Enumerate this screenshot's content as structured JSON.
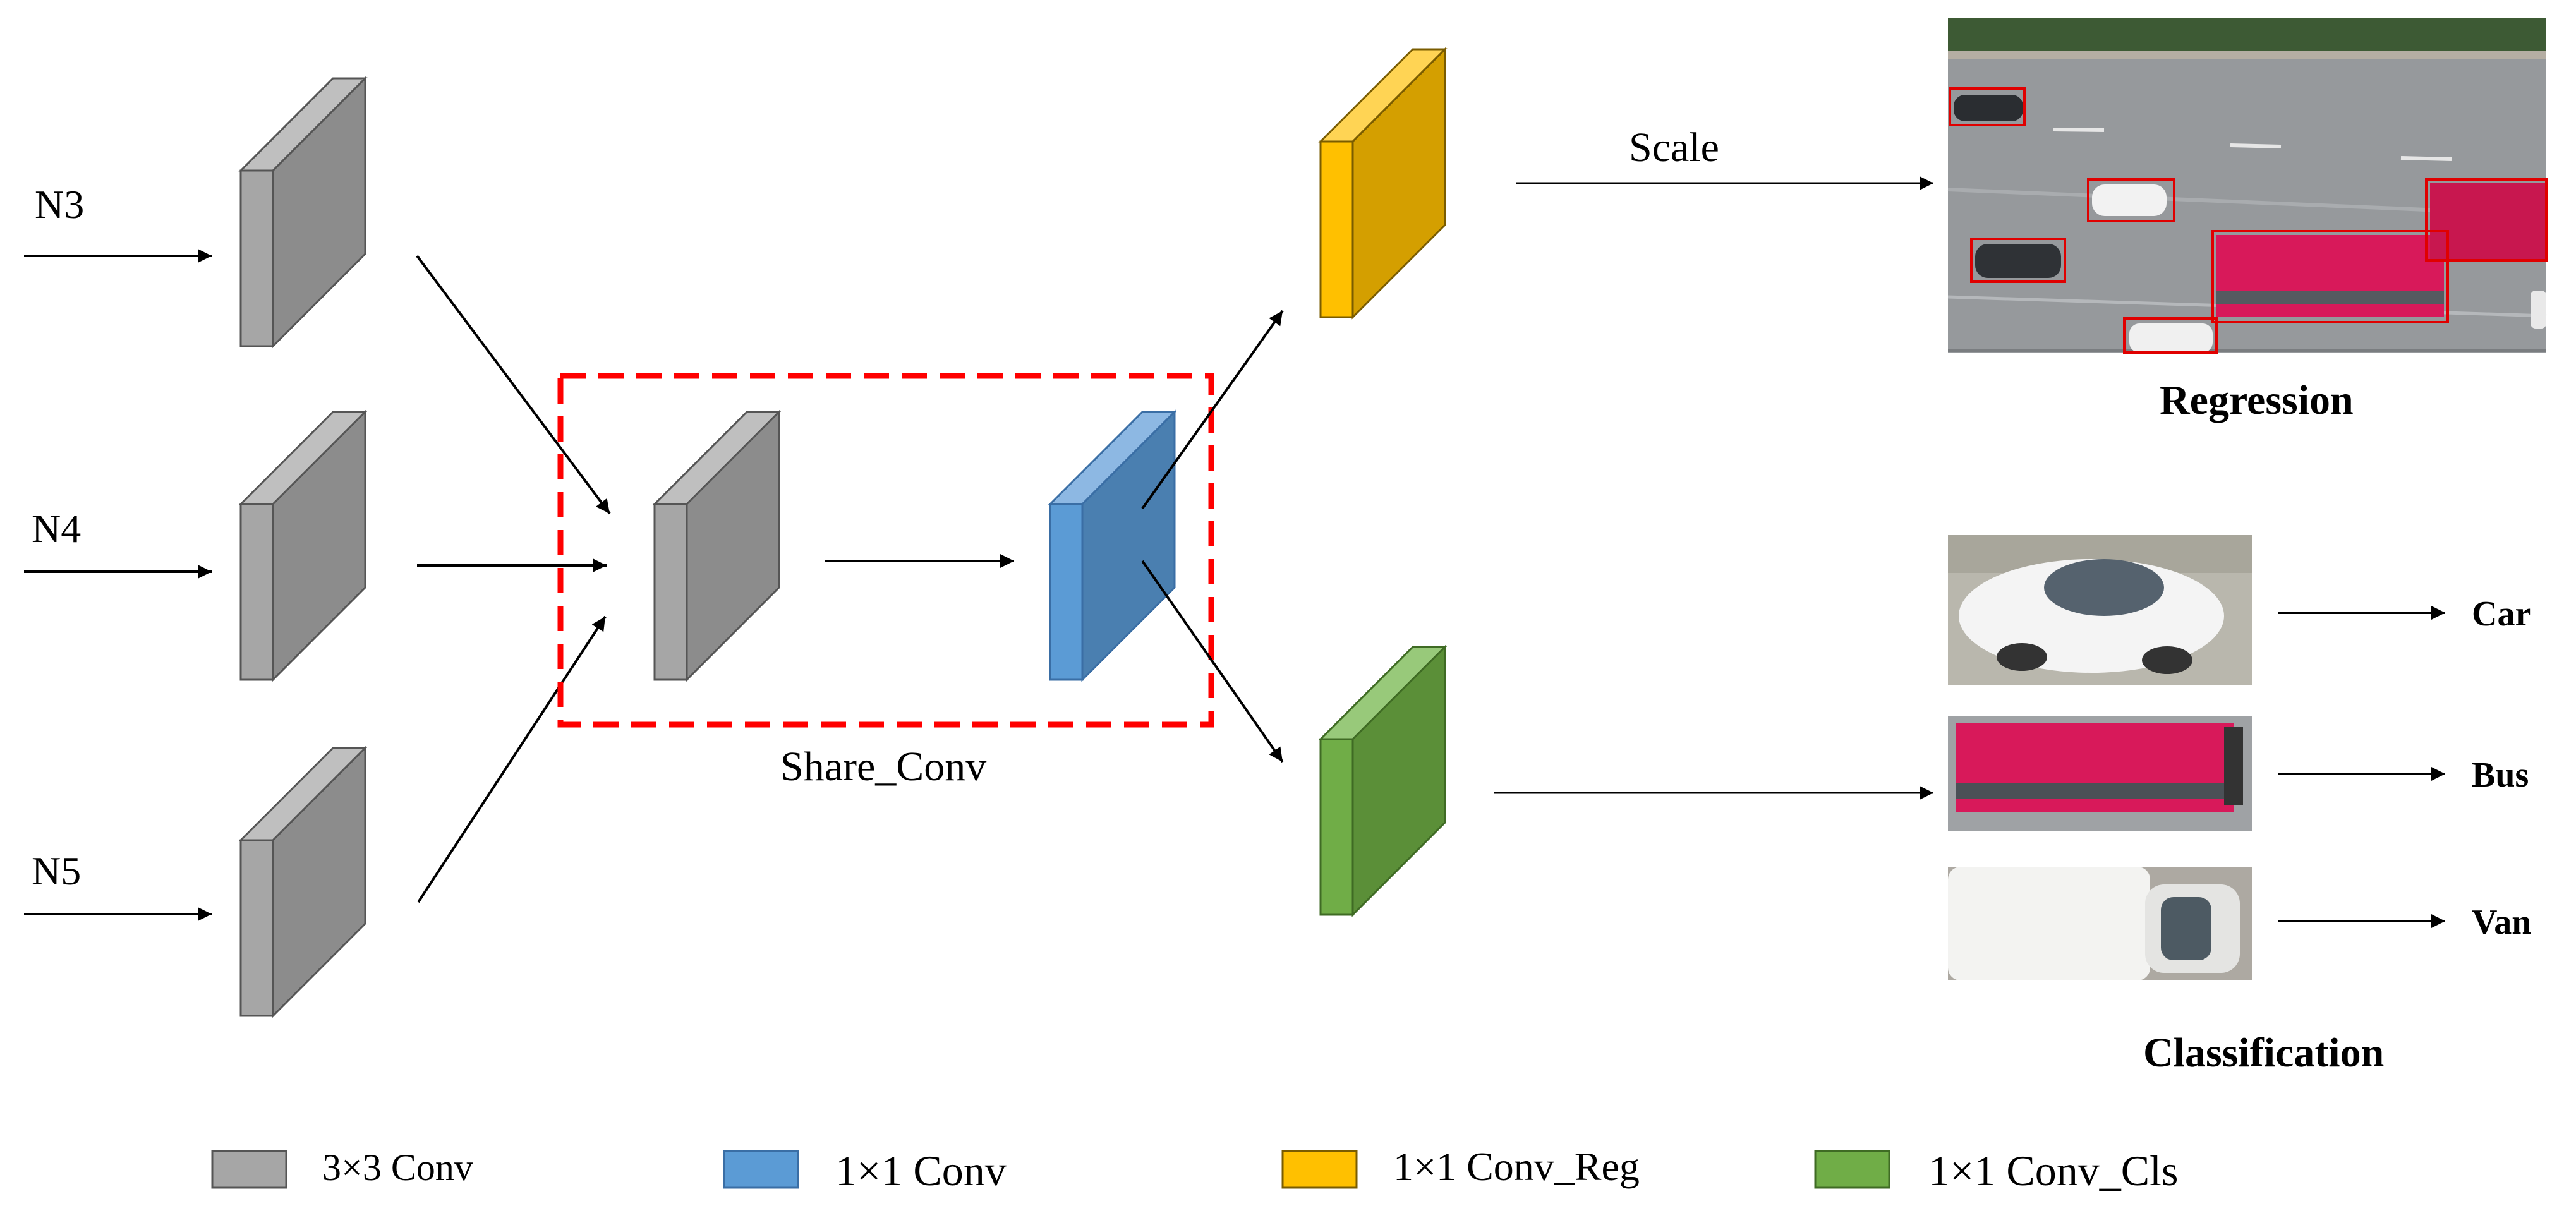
{
  "inputs": [
    {
      "label": "N3"
    },
    {
      "label": "N4"
    },
    {
      "label": "N5"
    }
  ],
  "share_label": "Share_Conv",
  "scale_label": "Scale",
  "regression_title": "Regression",
  "classification_title": "Classification",
  "classes": [
    {
      "label": "Car"
    },
    {
      "label": "Bus"
    },
    {
      "label": "Van"
    }
  ],
  "legend": [
    {
      "label": "3×3 Conv",
      "color": "#a6a6a6"
    },
    {
      "label": "1×1 Conv",
      "color": "#5b9bd5"
    },
    {
      "label": "1×1 Conv_Reg",
      "color": "#ffc000"
    },
    {
      "label": "1×1 Conv_Cls",
      "color": "#70ad47"
    }
  ],
  "colors": {
    "gray_front": "#a6a6a6",
    "gray_side": "#8c8c8c",
    "gray_top": "#bfbfbf",
    "blue_front": "#5b9bd5",
    "blue_side": "#4a7fb0",
    "blue_top": "#8db8e3",
    "yellow_front": "#ffc000",
    "yellow_side": "#d49f00",
    "yellow_top": "#ffd454",
    "green_front": "#70ad47",
    "green_side": "#5b8f38",
    "green_top": "#98c97a",
    "dashed_box": "#ff0000",
    "detection_box": "#e00000"
  }
}
